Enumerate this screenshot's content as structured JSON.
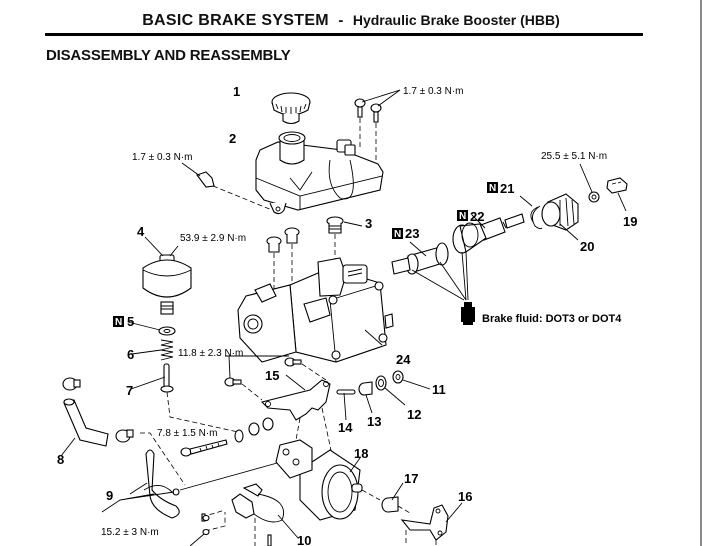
{
  "header": {
    "system": "BASIC BRAKE SYSTEM",
    "separator": "-",
    "subsystem": "Hydraulic Brake Booster (HBB)"
  },
  "section": {
    "title": "DISASSEMBLY AND REASSEMBLY"
  },
  "diagram": {
    "part_numbers": {
      "p1": "1",
      "p2": "2",
      "p3": "3",
      "p4": "4",
      "p5": "5",
      "p6": "6",
      "p7": "7",
      "p8": "8",
      "p9": "9",
      "p10": "10",
      "p11": "11",
      "p12": "12",
      "p13": "13",
      "p14": "14",
      "p15": "15",
      "p16": "16",
      "p17": "17",
      "p18": "18",
      "p19": "19",
      "p20": "20",
      "p21": "21",
      "p22": "22",
      "p23": "23",
      "p24": "24"
    },
    "new_part_badge": "N",
    "torque_specs": {
      "t_reservoir_bolts": "1.7 ± 0.3 N·m",
      "t_reservoir_side": "1.7 ± 0.3 N·m",
      "t_accumulator": "53.9 ± 2.9 N·m",
      "t_nut_19": "25.5 ± 5.1 N·m",
      "t_bracket_15": "11.8 ± 2.3 N·m",
      "t_long_bolt": "7.8 ± 1.5 N·m",
      "t_pipe_9": "15.2 ± 3 N·m"
    },
    "brake_fluid_note": "Brake fluid: DOT3 or DOT4"
  }
}
